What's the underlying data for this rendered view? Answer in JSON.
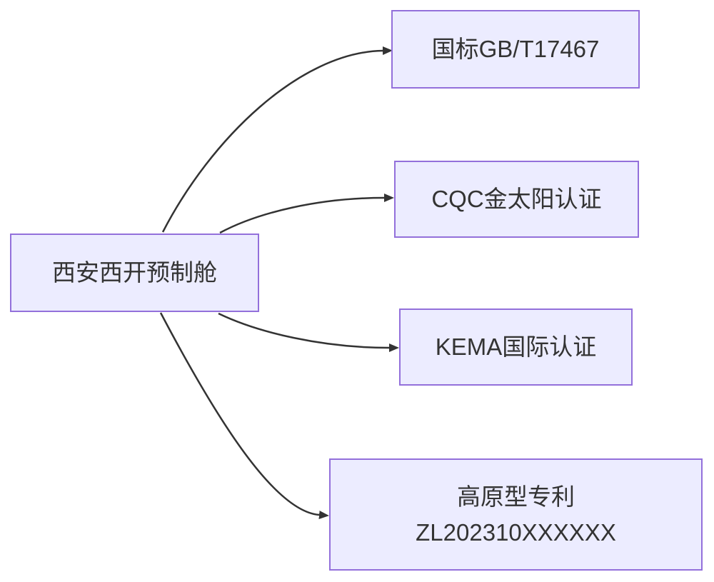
{
  "diagram": {
    "type": "flowchart",
    "direction": "LR",
    "root": {
      "label": "西安西开预制舱"
    },
    "nodes": [
      {
        "label": "国标GB/T17467"
      },
      {
        "label": "CQC金太阳认证"
      },
      {
        "label": "KEMA国际认证"
      },
      {
        "lines": [
          "高原型专利",
          "ZL202310XXXXXX"
        ]
      }
    ],
    "edges": [
      {
        "from": "西安西开预制舱",
        "to": "国标GB/T17467"
      },
      {
        "from": "西安西开预制舱",
        "to": "CQC金太阳认证"
      },
      {
        "from": "西安西开预制舱",
        "to": "KEMA国际认证"
      },
      {
        "from": "西安西开预制舱",
        "to": "高原型专利 ZL202310XXXXXX"
      }
    ],
    "theme": {
      "node_fill": "#ECECFF",
      "node_border": "#9370DB",
      "edge_color": "#333333",
      "text_color": "#333333",
      "background": "#FFFFFF"
    }
  }
}
